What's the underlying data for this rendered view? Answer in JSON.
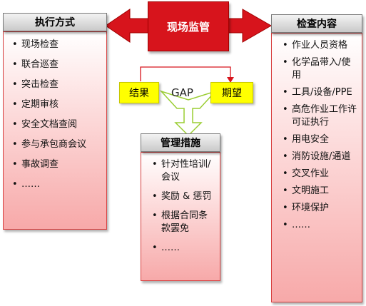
{
  "center": {
    "label": "现场监管"
  },
  "left": {
    "title": "执行方式",
    "items": [
      "现场检查",
      "联合巡查",
      "突击检查",
      "定期审核",
      "安全文档查阅",
      "参与承包商会议",
      "事故调查",
      "……"
    ]
  },
  "right": {
    "title": "检查内容",
    "items": [
      "作业人员资格",
      "化学品带入/使用",
      "工具/设备/PPE",
      "高危作业工作许可证执行",
      "用电安全",
      "消防设施/通道",
      "交叉作业",
      "文明施工",
      "环境保护",
      "……"
    ]
  },
  "middle": {
    "title": "管理措施",
    "items": [
      "针对性培训/会议",
      "奖励 & 惩罚",
      "根据合同条款罢免",
      "……"
    ]
  },
  "gap": {
    "result": "结果",
    "expect": "期望",
    "gap_label": "GAP"
  },
  "colors": {
    "accent_red": "#d7141c",
    "highlight_yellow": "#ffff00",
    "arrow_outline": "#9acd32"
  }
}
